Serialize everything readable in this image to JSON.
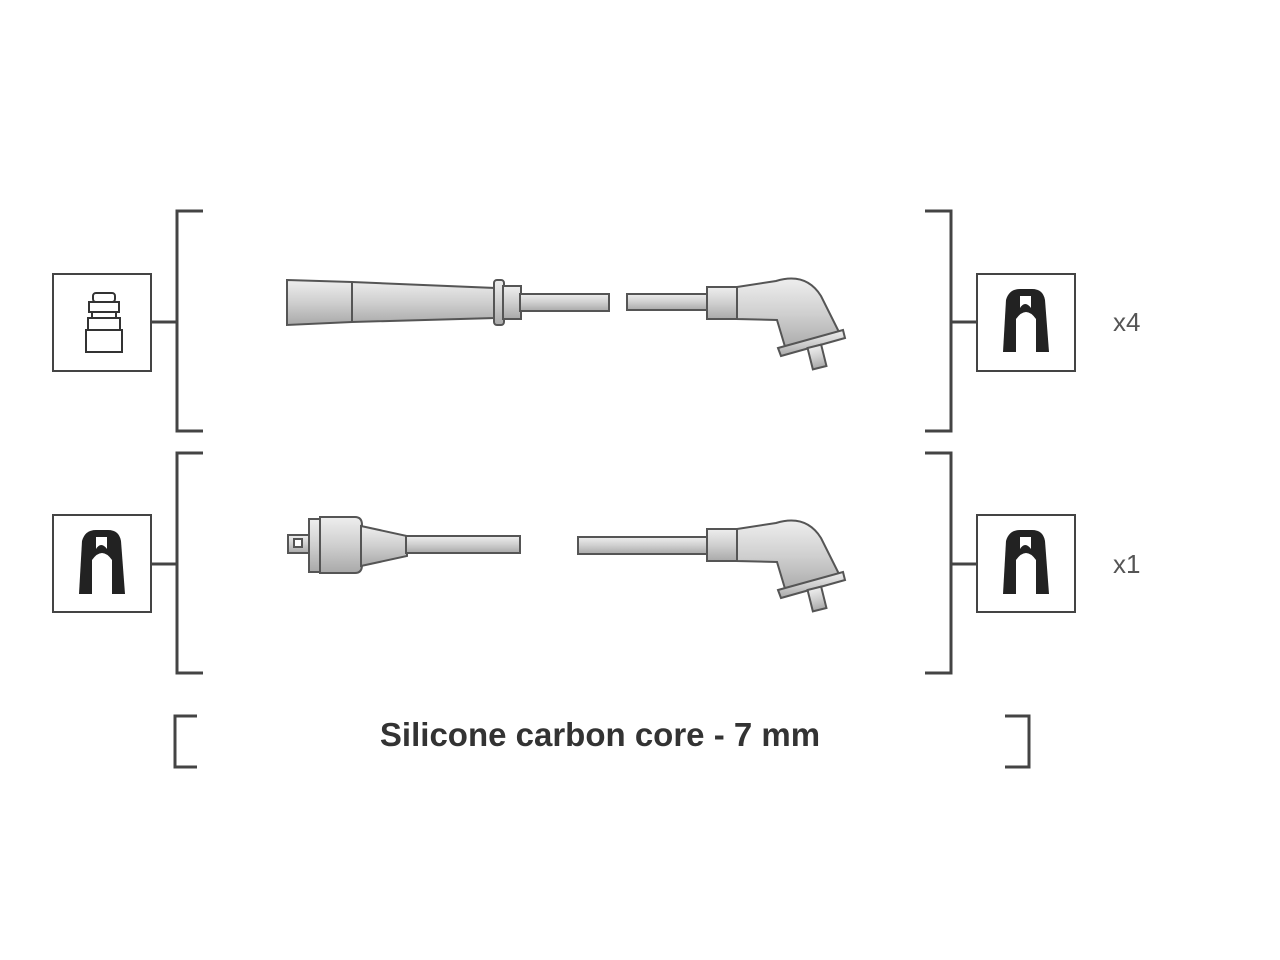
{
  "diagram": {
    "rows": [
      {
        "left_terminal_icon": "spark-plug-terminal-nut-icon",
        "right_terminal_icon": "coil-terminal-boot-icon",
        "quantity_label": "x4"
      },
      {
        "left_terminal_icon": "coil-terminal-boot-icon",
        "right_terminal_icon": "coil-terminal-boot-icon",
        "quantity_label": "x1"
      }
    ],
    "spec_label": "Silicone carbon core - 7 mm",
    "colors": {
      "line": "#444444",
      "cable_fill": "#d8d8d8",
      "icon_dark": "#222222"
    }
  }
}
